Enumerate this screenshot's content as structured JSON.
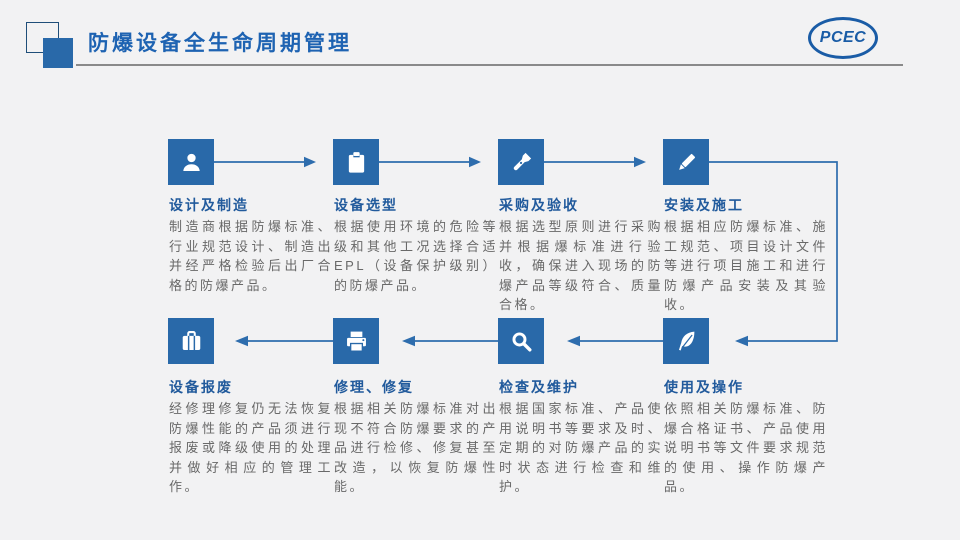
{
  "header": {
    "title": "防爆设备全生命周期管理",
    "logo_text": "PCEC"
  },
  "colors": {
    "background": "#F2F2F3",
    "accent_blue": "#2969A9",
    "header_title_blue": "#1E63B2",
    "step_title_blue": "#215A9C",
    "body_text_gray": "#696969",
    "arrow_blue": "#2E6DAD",
    "divider_gray": "#8A8A8A",
    "logo_blue": "#1A5CA6"
  },
  "steps": {
    "row1": [
      {
        "icon": "user-icon",
        "title": "设计及制造",
        "desc": "制造商根据防爆标准、行业规范设计、制造出并经严格检验后出厂合格的防爆产品。"
      },
      {
        "icon": "clipboard-icon",
        "title": "设备选型",
        "desc": "根据使用环境的危险等级和其他工况选择合适EPL（设备保护级别）的防爆产品。"
      },
      {
        "icon": "flashlight-icon",
        "title": "采购及验收",
        "desc": "根据选型原则进行采购并根据爆标准进行验收，确保进入现场的防爆产品等级符合、质量合格。"
      },
      {
        "icon": "pencil-icon",
        "title": "安装及施工",
        "desc": "根据相应防爆标准、施工规范、项目设计文件等进行项目施工和进行防爆产品安装及其验收。"
      }
    ],
    "row2": [
      {
        "icon": "briefcase-icon",
        "title": "设备报废",
        "desc": "经修理修复仍无法恢复防爆性能的产品须进行报废或降级使用的处理并做好相应的管理工作。"
      },
      {
        "icon": "printer-icon",
        "title": "修理、修复",
        "desc": "根据相关防爆标准对出现不符合防爆要求的产品进行检修、修复甚至改造，以恢复防爆性能。"
      },
      {
        "icon": "magnifier-icon",
        "title": "检查及维护",
        "desc": "根据国家标准、产品使用说明书等要求及时、定期的对防爆产品的实时状态进行检查和维护。"
      },
      {
        "icon": "feather-icon",
        "title": "使用及操作",
        "desc": "依照相关防爆标准、防爆合格证书、产品使用说明书等文件要求规范的使用、操作防爆产品。"
      }
    ]
  }
}
